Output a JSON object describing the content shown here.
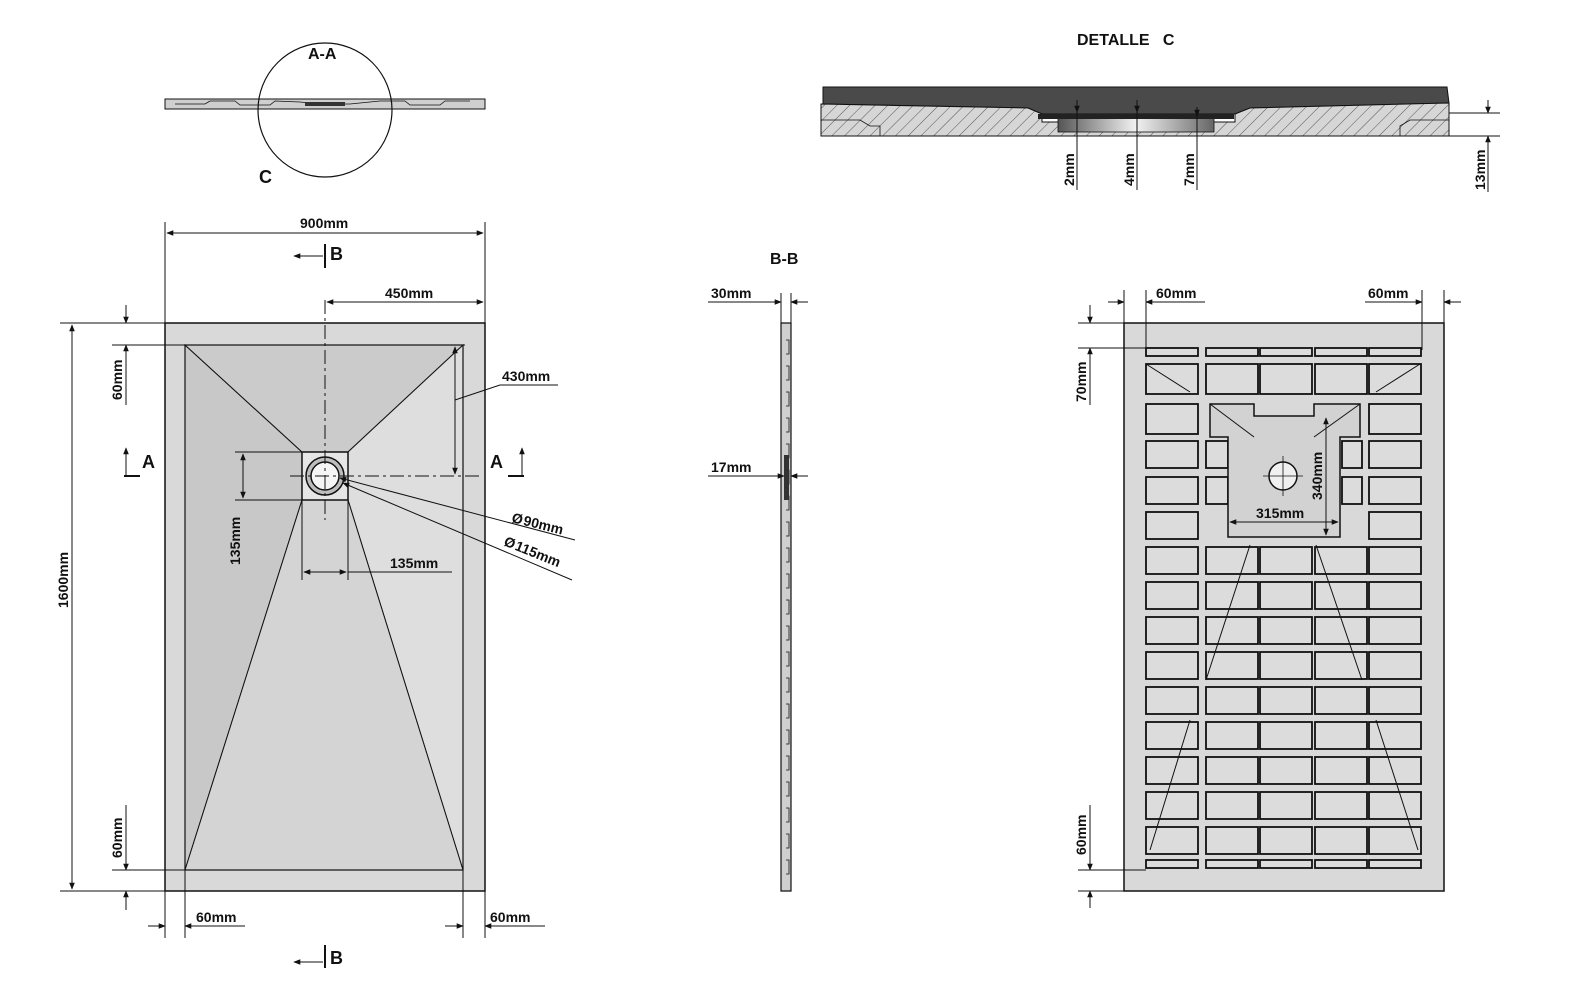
{
  "section_aa": {
    "label": "A-A",
    "detail_marker": "C"
  },
  "detail_c": {
    "title": "DETALLE   C",
    "dims": {
      "d1": "2mm",
      "d2": "4mm",
      "d3": "7mm",
      "d4": "13mm"
    }
  },
  "plan_view": {
    "width": "900mm",
    "drain_offset": "450mm",
    "length": "1600mm",
    "slope_length": "430mm",
    "border_top": "60mm",
    "border_bottom": "60mm",
    "border_left": "60mm",
    "border_right": "60mm",
    "drain_box_height": "135mm",
    "drain_box_width": "135mm",
    "drain_diam_inner": "90mm",
    "drain_diam_outer": "115mm",
    "section_a_label": "A",
    "section_b_label": "B",
    "diameter_symbol": "Ø"
  },
  "section_bb": {
    "label": "B-B",
    "thickness": "30mm",
    "drain_depth": "17mm"
  },
  "underside_view": {
    "border_left": "60mm",
    "border_right": "60mm",
    "border_top": "70mm",
    "border_bottom": "60mm",
    "center_height": "340mm",
    "center_width": "315mm"
  },
  "colors": {
    "tray_fill": "#d9d9d9",
    "tray_dark": "#c4c4c4",
    "detail_dark": "#4a4a4a",
    "line": "#111111"
  }
}
